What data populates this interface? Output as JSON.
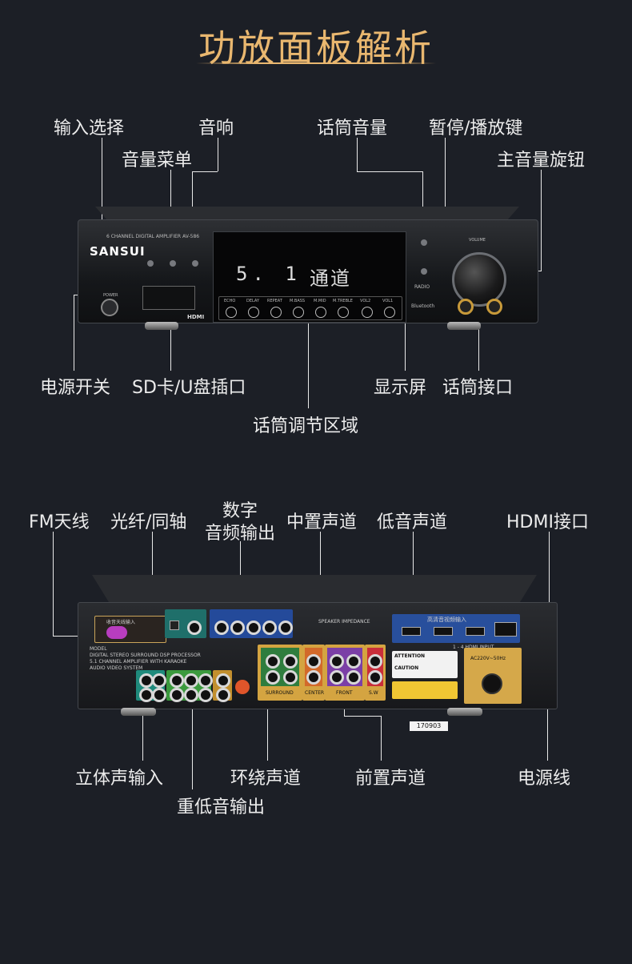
{
  "title": "功放面板解析",
  "front_labels": {
    "input_select": "输入选择",
    "sound": "音响",
    "volume_menu": "音量菜单",
    "mic_volume": "话筒音量",
    "pause_play": "暂停/播放键",
    "master_volume_knob": "主音量旋钮",
    "power_switch": "电源开关",
    "sd_usb": "SD卡/U盘插口",
    "display": "显示屏",
    "mic_jack": "话筒接口",
    "mic_adjust": "话筒调节区域"
  },
  "rear_labels": {
    "fm_antenna": "FM天线",
    "optical_coaxial": "光纤/同轴",
    "digital_audio_out_1": "数字",
    "digital_audio_out_2": "音频输出",
    "center_channel": "中置声道",
    "bass_channel": "低音声道",
    "hdmi_port": "HDMI接口",
    "stereo_input": "立体声输入",
    "surround_channel": "环绕声道",
    "front_channel": "前置声道",
    "power_cord": "电源线",
    "subwoofer_out": "重低音输出"
  },
  "front_device": {
    "brand": "SANSUI",
    "model_line": "6 CHANNEL DIGITAL AMPLIFIER AV-586",
    "display_digits": "5. 1",
    "display_glyphs": "通道",
    "knob_labels": [
      "ECHO",
      "DELAY",
      "REPEAT",
      "M.BASS",
      "M.MID",
      "M.TREBLE",
      "VOL2",
      "VOL1"
    ],
    "volume_label": "VOLUME",
    "bluetooth": "Bluetooth",
    "radio": "RADIO",
    "hdmi": "HDMI",
    "power": "POWER"
  },
  "rear_device": {
    "fm": "收音天线输入",
    "model": "MODEL",
    "desc1": "DIGITAL STEREO SURROUND DSP PROCESSOR",
    "desc2": "5.1 CHANNEL AMPLIFIER WITH KARAOKE",
    "desc3": "AUDIO VIDEO SYSTEM",
    "speaker_impedance": "SPEAKER IMPEDANCE",
    "hdmi_in": "高清音视频输入",
    "hdmi_input_label": "1 - 4 HDMI INPUT",
    "surround": "SURROUND",
    "center": "CENTER",
    "front": "FRONT",
    "sw": "S.W",
    "attention": "ATTENTION",
    "caution": "CAUTION",
    "power_in": "AC220V~50Hz",
    "serial": "170903"
  }
}
